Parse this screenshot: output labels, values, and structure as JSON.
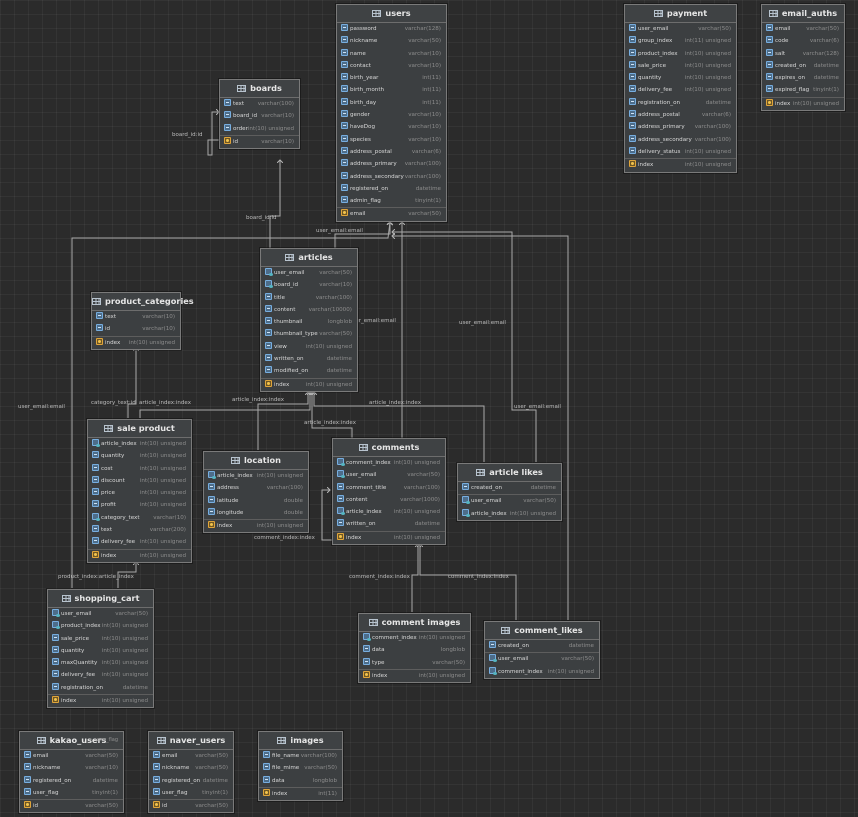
{
  "tables": {
    "users": {
      "title": "users",
      "columns": [
        {
          "name": "password",
          "type": "varchar(128)",
          "key": "col"
        },
        {
          "name": "nickname",
          "type": "varchar(50)",
          "key": "col"
        },
        {
          "name": "name",
          "type": "varchar(10)",
          "key": "col"
        },
        {
          "name": "contact",
          "type": "varchar(10)",
          "key": "col"
        },
        {
          "name": "birth_year",
          "type": "int(11)",
          "key": "col"
        },
        {
          "name": "birth_month",
          "type": "int(11)",
          "key": "col"
        },
        {
          "name": "birth_day",
          "type": "int(11)",
          "key": "col"
        },
        {
          "name": "gender",
          "type": "varchar(10)",
          "key": "col"
        },
        {
          "name": "haveDog",
          "type": "varchar(10)",
          "key": "col"
        },
        {
          "name": "species",
          "type": "varchar(10)",
          "key": "col"
        },
        {
          "name": "address_postal",
          "type": "varchar(6)",
          "key": "col"
        },
        {
          "name": "address_primary",
          "type": "varchar(100)",
          "key": "col"
        },
        {
          "name": "address_secondary",
          "type": "varchar(100)",
          "key": "col"
        },
        {
          "name": "registered_on",
          "type": "datetime",
          "key": "col"
        },
        {
          "name": "admin_flag",
          "type": "tinyint(1)",
          "key": "col"
        },
        {
          "name": "email",
          "type": "varchar(50)",
          "key": "pk",
          "sep": true
        }
      ]
    },
    "payment": {
      "title": "payment",
      "columns": [
        {
          "name": "user_email",
          "type": "varchar(50)",
          "key": "col"
        },
        {
          "name": "group_index",
          "type": "int(11) unsigned",
          "key": "col"
        },
        {
          "name": "product_index",
          "type": "int(10) unsigned",
          "key": "col"
        },
        {
          "name": "sale_price",
          "type": "int(10) unsigned",
          "key": "col"
        },
        {
          "name": "quantity",
          "type": "int(10) unsigned",
          "key": "col"
        },
        {
          "name": "delivery_fee",
          "type": "int(10) unsigned",
          "key": "col"
        },
        {
          "name": "registration_on",
          "type": "datetime",
          "key": "col"
        },
        {
          "name": "address_postal",
          "type": "varchar(6)",
          "key": "col"
        },
        {
          "name": "address_primary",
          "type": "varchar(100)",
          "key": "col"
        },
        {
          "name": "address_secondary",
          "type": "varchar(100)",
          "key": "col"
        },
        {
          "name": "delivery_status",
          "type": "int(10) unsigned",
          "key": "col"
        },
        {
          "name": "index",
          "type": "int(10) unsigned",
          "key": "pk",
          "sep": true
        }
      ]
    },
    "email_auths": {
      "title": "email_auths",
      "columns": [
        {
          "name": "email",
          "type": "varchar(50)",
          "key": "col"
        },
        {
          "name": "code",
          "type": "varchar(6)",
          "key": "col"
        },
        {
          "name": "salt",
          "type": "varchar(128)",
          "key": "col"
        },
        {
          "name": "created_on",
          "type": "datetime",
          "key": "col"
        },
        {
          "name": "expires_on",
          "type": "datetime",
          "key": "col"
        },
        {
          "name": "expired_flag",
          "type": "tinyint(1)",
          "key": "col"
        },
        {
          "name": "index",
          "type": "int(10) unsigned",
          "key": "pk",
          "sep": true
        }
      ]
    },
    "boards": {
      "title": "boards",
      "columns": [
        {
          "name": "text",
          "type": "varchar(100)",
          "key": "col"
        },
        {
          "name": "board_id",
          "type": "varchar(10)",
          "key": "col"
        },
        {
          "name": "order",
          "type": "int(10) unsigned",
          "key": "col"
        },
        {
          "name": "id",
          "type": "varchar(10)",
          "key": "pk",
          "sep": true
        }
      ]
    },
    "articles": {
      "title": "articles",
      "columns": [
        {
          "name": "user_email",
          "type": "varchar(50)",
          "key": "fk"
        },
        {
          "name": "board_id",
          "type": "varchar(10)",
          "key": "fk"
        },
        {
          "name": "title",
          "type": "varchar(100)",
          "key": "col"
        },
        {
          "name": "content",
          "type": "varchar(10000)",
          "key": "col"
        },
        {
          "name": "thumbnail",
          "type": "longblob",
          "key": "col"
        },
        {
          "name": "thumbnail_type",
          "type": "varchar(50)",
          "key": "col"
        },
        {
          "name": "view",
          "type": "int(10) unsigned",
          "key": "col"
        },
        {
          "name": "written_on",
          "type": "datetime",
          "key": "col"
        },
        {
          "name": "modified_on",
          "type": "datetime",
          "key": "col"
        },
        {
          "name": "index",
          "type": "int(10) unsigned",
          "key": "pk",
          "sep": true
        }
      ]
    },
    "product_categories": {
      "title": "product_categories",
      "columns": [
        {
          "name": "text",
          "type": "varchar(10)",
          "key": "col"
        },
        {
          "name": "id",
          "type": "varchar(10)",
          "key": "col"
        },
        {
          "name": "index",
          "type": "int(10) unsigned",
          "key": "pk",
          "sep": true
        }
      ]
    },
    "sale_product": {
      "title": "sale product",
      "columns": [
        {
          "name": "article_index",
          "type": "int(10) unsigned",
          "key": "fk"
        },
        {
          "name": "quantity",
          "type": "int(10) unsigned",
          "key": "col"
        },
        {
          "name": "cost",
          "type": "int(10) unsigned",
          "key": "col"
        },
        {
          "name": "discount",
          "type": "int(10) unsigned",
          "key": "col"
        },
        {
          "name": "price",
          "type": "int(10) unsigned",
          "key": "col"
        },
        {
          "name": "profit",
          "type": "int(10) unsigned",
          "key": "col"
        },
        {
          "name": "category_text",
          "type": "varchar(10)",
          "key": "fk"
        },
        {
          "name": "text",
          "type": "varchar(200)",
          "key": "col"
        },
        {
          "name": "delivery_fee",
          "type": "int(10) unsigned",
          "key": "col"
        },
        {
          "name": "index",
          "type": "int(10) unsigned",
          "key": "pk",
          "sep": true
        }
      ]
    },
    "location": {
      "title": "location",
      "columns": [
        {
          "name": "article_index",
          "type": "int(10) unsigned",
          "key": "fk"
        },
        {
          "name": "address",
          "type": "varchar(100)",
          "key": "col"
        },
        {
          "name": "latitude",
          "type": "double",
          "key": "col"
        },
        {
          "name": "longitude",
          "type": "double",
          "key": "col"
        },
        {
          "name": "index",
          "type": "int(10) unsigned",
          "key": "pk",
          "sep": true
        }
      ]
    },
    "comments": {
      "title": "comments",
      "columns": [
        {
          "name": "comment_index",
          "type": "int(10) unsigned",
          "key": "fk"
        },
        {
          "name": "user_email",
          "type": "varchar(50)",
          "key": "fk"
        },
        {
          "name": "comment_title",
          "type": "varchar(100)",
          "key": "col"
        },
        {
          "name": "content",
          "type": "varchar(1000)",
          "key": "col"
        },
        {
          "name": "article_index",
          "type": "int(10) unsigned",
          "key": "fk"
        },
        {
          "name": "written_on",
          "type": "datetime",
          "key": "col"
        },
        {
          "name": "index",
          "type": "int(10) unsigned",
          "key": "pk",
          "sep": true
        }
      ]
    },
    "article_likes": {
      "title": "article likes",
      "columns": [
        {
          "name": "created_on",
          "type": "datetime",
          "key": "col"
        },
        {
          "name": "user_email",
          "type": "varchar(50)",
          "key": "fk",
          "sep": true
        },
        {
          "name": "article_index",
          "type": "int(10) unsigned",
          "key": "fk"
        }
      ]
    },
    "shopping_cart": {
      "title": "shopping_cart",
      "columns": [
        {
          "name": "user_email",
          "type": "varchar(50)",
          "key": "fk"
        },
        {
          "name": "product_index",
          "type": "int(10) unsigned",
          "key": "fk"
        },
        {
          "name": "sale_price",
          "type": "int(10) unsigned",
          "key": "col"
        },
        {
          "name": "quantity",
          "type": "int(10) unsigned",
          "key": "col"
        },
        {
          "name": "maxQuantity",
          "type": "int(10) unsigned",
          "key": "col"
        },
        {
          "name": "delivery_fee",
          "type": "int(10) unsigned",
          "key": "col"
        },
        {
          "name": "registration_on",
          "type": "datetime",
          "key": "col"
        },
        {
          "name": "index",
          "type": "int(10) unsigned",
          "key": "pk",
          "sep": true
        }
      ]
    },
    "comment_images": {
      "title": "comment images",
      "columns": [
        {
          "name": "comment_index",
          "type": "int(10) unsigned",
          "key": "fk"
        },
        {
          "name": "data",
          "type": "longblob",
          "key": "col"
        },
        {
          "name": "type",
          "type": "varchar(50)",
          "key": "col"
        },
        {
          "name": "index",
          "type": "int(10) unsigned",
          "key": "pk",
          "sep": true
        }
      ]
    },
    "comment_likes": {
      "title": "comment_likes",
      "columns": [
        {
          "name": "created_on",
          "type": "datetime",
          "key": "col"
        },
        {
          "name": "user_email",
          "type": "varchar(50)",
          "key": "fk",
          "sep": true
        },
        {
          "name": "comment_index",
          "type": "int(10) unsigned",
          "key": "fk"
        }
      ]
    },
    "kakao_users": {
      "title": "kakao_users",
      "subtitle": "user_flag",
      "columns": [
        {
          "name": "email",
          "type": "varchar(50)",
          "key": "col"
        },
        {
          "name": "nickname",
          "type": "varchar(10)",
          "key": "col"
        },
        {
          "name": "registered_on",
          "type": "datetime",
          "key": "col"
        },
        {
          "name": "user_flag",
          "type": "tinyint(1)",
          "key": "col"
        },
        {
          "name": "id",
          "type": "varchar(50)",
          "key": "pk",
          "sep": true
        }
      ]
    },
    "naver_users": {
      "title": "naver_users",
      "columns": [
        {
          "name": "email",
          "type": "varchar(50)",
          "key": "col"
        },
        {
          "name": "nickname",
          "type": "varchar(50)",
          "key": "col"
        },
        {
          "name": "registered_on",
          "type": "datetime",
          "key": "col"
        },
        {
          "name": "user_flag",
          "type": "tinyint(1)",
          "key": "col"
        },
        {
          "name": "id",
          "type": "varchar(50)",
          "key": "pk",
          "sep": true
        }
      ]
    },
    "images": {
      "title": "images",
      "columns": [
        {
          "name": "file_name",
          "type": "varchar(100)",
          "key": "col"
        },
        {
          "name": "file_mime",
          "type": "varchar(50)",
          "key": "col"
        },
        {
          "name": "data",
          "type": "longblob",
          "key": "col"
        },
        {
          "name": "index",
          "type": "int(11)",
          "key": "pk",
          "sep": true
        }
      ]
    }
  },
  "relations": [
    "board_id:id",
    "board_id:id",
    "user_email:email",
    "user_email:email",
    "user_email:email",
    "user_email:email",
    "user_email:email",
    "category_text:id",
    "article_index:index",
    "article_index:index",
    "article_index:index",
    "article_index:index",
    "comment_index:index",
    "comment_index:index",
    "comment_index:index",
    "product_index:article_index"
  ]
}
